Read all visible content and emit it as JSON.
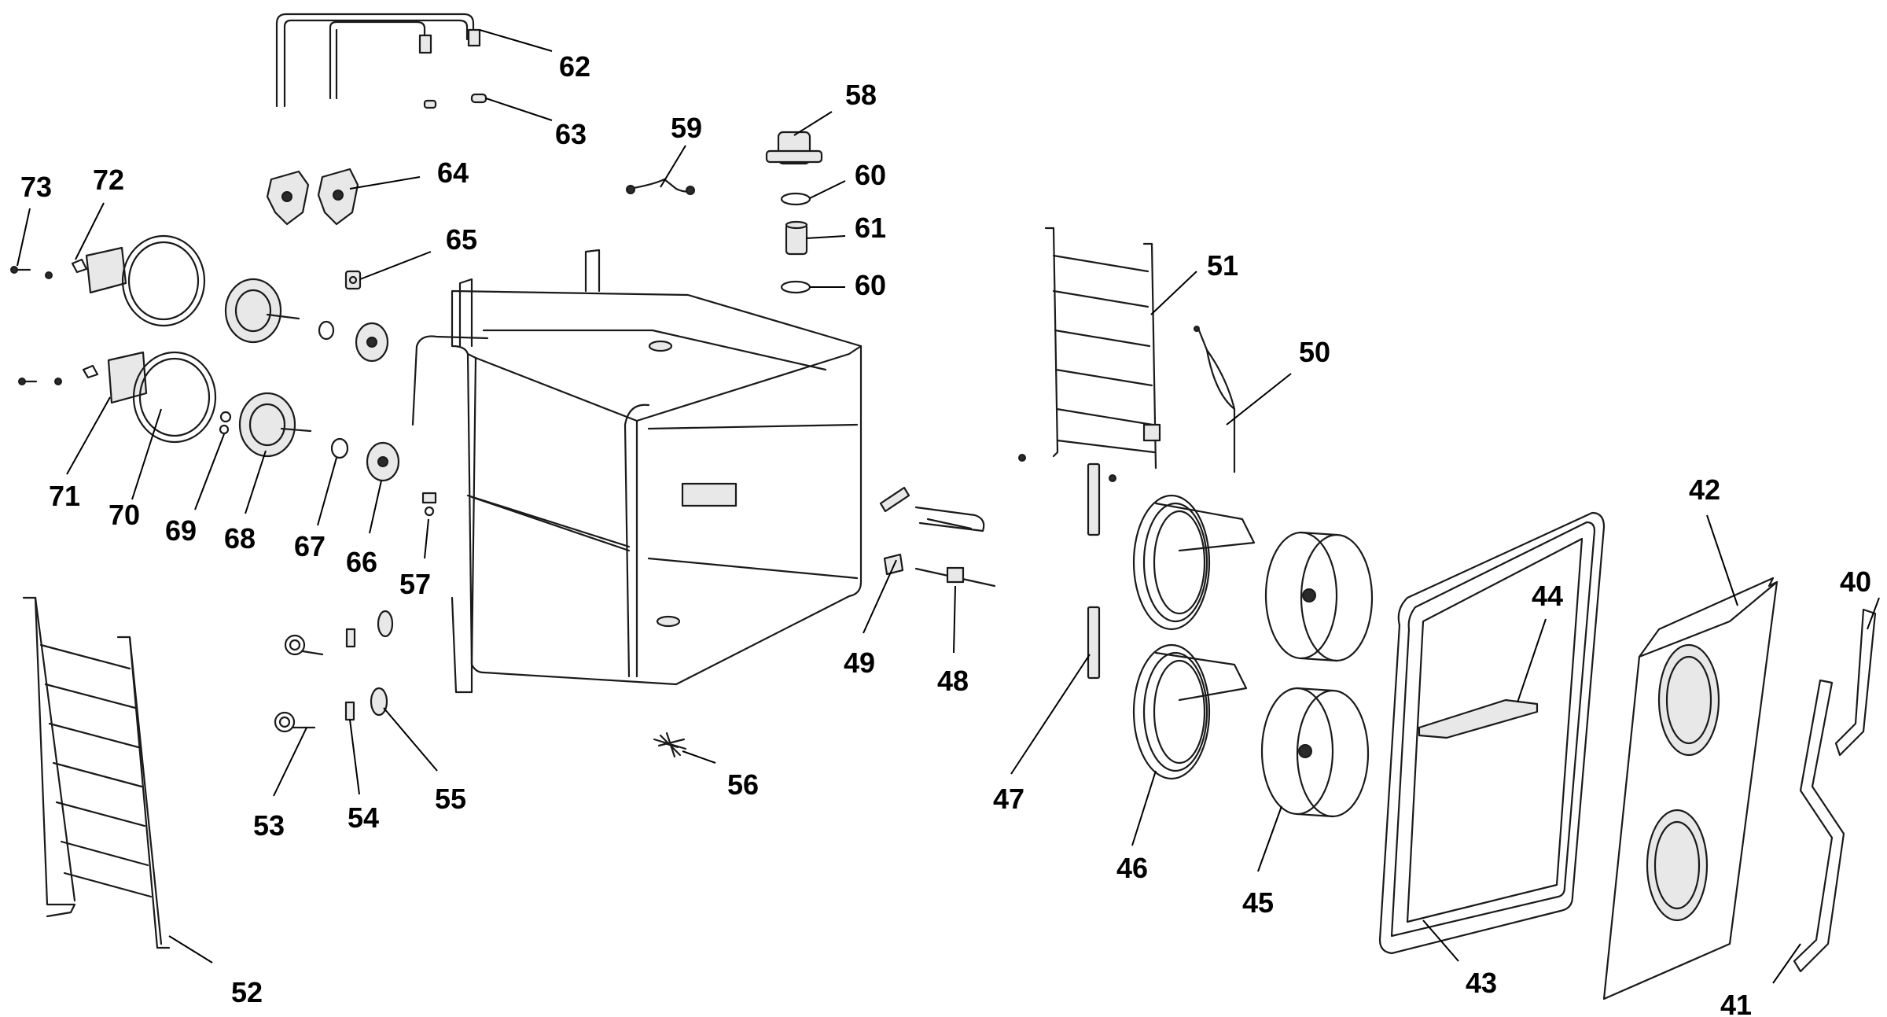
{
  "callouts": [
    {
      "id": "40",
      "label": "40"
    },
    {
      "id": "41",
      "label": "41"
    },
    {
      "id": "42",
      "label": "42"
    },
    {
      "id": "43",
      "label": "43"
    },
    {
      "id": "44",
      "label": "44"
    },
    {
      "id": "45",
      "label": "45"
    },
    {
      "id": "46",
      "label": "46"
    },
    {
      "id": "47",
      "label": "47"
    },
    {
      "id": "48",
      "label": "48"
    },
    {
      "id": "49",
      "label": "49"
    },
    {
      "id": "50",
      "label": "50"
    },
    {
      "id": "51",
      "label": "51"
    },
    {
      "id": "52",
      "label": "52"
    },
    {
      "id": "53",
      "label": "53"
    },
    {
      "id": "54",
      "label": "54"
    },
    {
      "id": "55",
      "label": "55"
    },
    {
      "id": "56",
      "label": "56"
    },
    {
      "id": "57",
      "label": "57"
    },
    {
      "id": "58",
      "label": "58"
    },
    {
      "id": "59",
      "label": "59"
    },
    {
      "id": "60a",
      "label": "60"
    },
    {
      "id": "60b",
      "label": "60"
    },
    {
      "id": "61",
      "label": "61"
    },
    {
      "id": "62",
      "label": "62"
    },
    {
      "id": "63",
      "label": "63"
    },
    {
      "id": "64",
      "label": "64"
    },
    {
      "id": "65",
      "label": "65"
    },
    {
      "id": "66",
      "label": "66"
    },
    {
      "id": "67",
      "label": "67"
    },
    {
      "id": "68",
      "label": "68"
    },
    {
      "id": "69",
      "label": "69"
    },
    {
      "id": "70",
      "label": "70"
    },
    {
      "id": "71",
      "label": "71"
    },
    {
      "id": "72",
      "label": "72"
    },
    {
      "id": "73",
      "label": "73"
    }
  ]
}
